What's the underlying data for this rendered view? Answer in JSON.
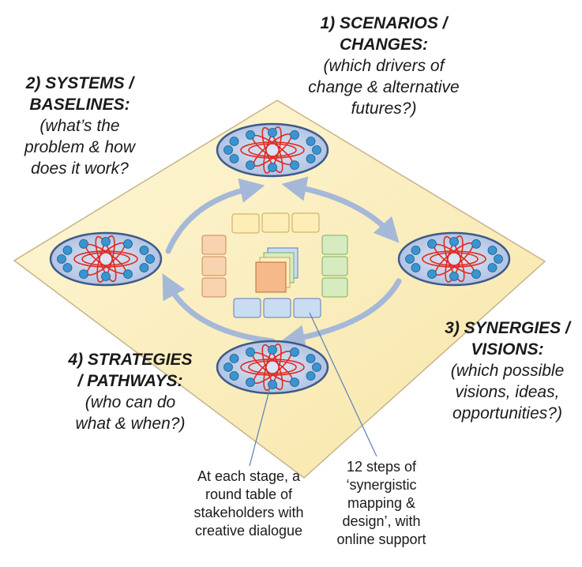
{
  "stages": [
    {
      "title_lines": [
        "1) SCENARIOS /",
        "CHANGES:"
      ],
      "question_lines": [
        "(which drivers of",
        "change & alternative",
        "futures?)"
      ]
    },
    {
      "title_lines": [
        "2) SYSTEMS /",
        "BASELINES:"
      ],
      "question_lines": [
        "(what’s the",
        "problem & how",
        "does it work?"
      ]
    },
    {
      "title_lines": [
        "3) SYNERGIES /",
        "VISIONS:"
      ],
      "question_lines": [
        "(which possible",
        "visions, ideas,",
        "opportunities?)"
      ]
    },
    {
      "title_lines": [
        "4) STRATEGIES",
        "/ PATHWAYS:"
      ],
      "question_lines": [
        "(who can do",
        "what & when?)"
      ]
    }
  ],
  "notes": {
    "round_table": [
      "At each stage, a",
      "round table of",
      "stakeholders with",
      "creative dialogue"
    ],
    "steps": [
      "12 steps of",
      "‘synergistic",
      "mapping &",
      "design’, with",
      "online support"
    ]
  },
  "colors": {
    "diamond_fill": "#fdf1c2",
    "diamond_stroke": "#c7b487",
    "arrow": "#a6b8d8",
    "table_fill": "#b7c7e6",
    "table_stroke": "#3c5a8a",
    "person": "#3a94d0",
    "network": "#e02a20",
    "box_peach": "#f9d3b0",
    "box_yellow": "#fdeeb8",
    "box_green": "#d6ecc0",
    "box_blue": "#c9dcf2",
    "cube_front": "#f5b98a"
  }
}
